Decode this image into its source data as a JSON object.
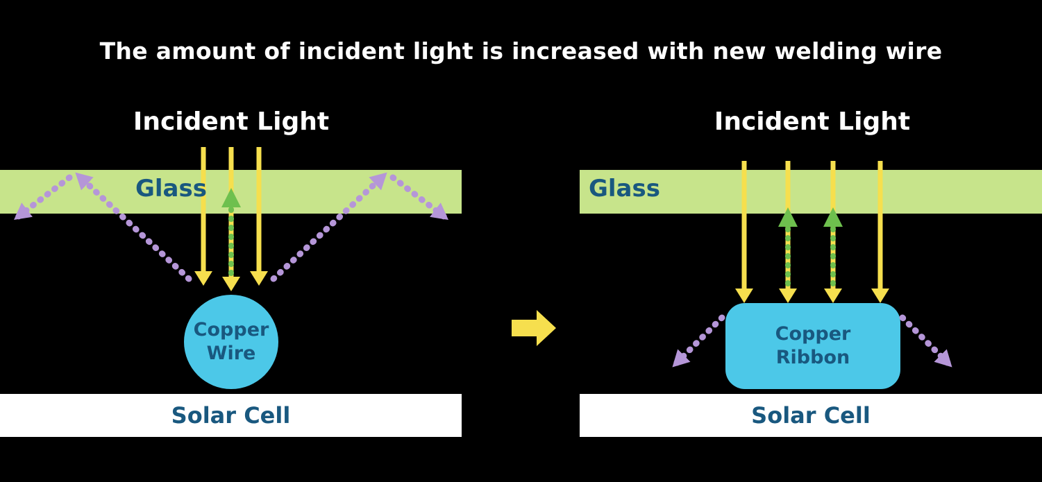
{
  "title": "The amount of incident light is increased with new welding wire",
  "colors": {
    "background": "#000000",
    "title": "#ffffff",
    "glass": "#c7e48b",
    "label": "#19587f",
    "yellow": "#f6df4e",
    "green": "#6ec04e",
    "purple": "#b596d8",
    "cyan": "#4cc8e8",
    "panel_white": "#ffffff"
  },
  "left_panel": {
    "incident_light": "Incident Light",
    "glass": "Glass",
    "component_line1": "Copper",
    "component_line2": "Wire",
    "solar_cell": "Solar Cell"
  },
  "right_panel": {
    "incident_light": "Incident Light",
    "glass": "Glass",
    "component_line1": "Copper",
    "component_line2": "Ribbon",
    "solar_cell": "Solar Cell"
  }
}
